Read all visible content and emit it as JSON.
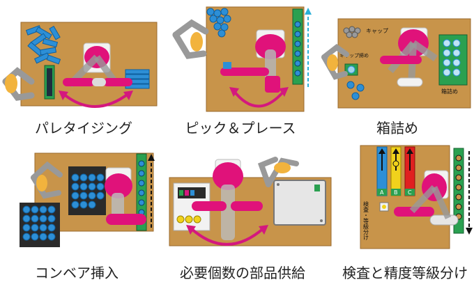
{
  "captions": {
    "palletizing": "パレタイジング",
    "pick_place": "ピック＆プレース",
    "boxing": "箱詰め",
    "conveyor_insert": "コンベア挿入",
    "parts_supply": "必要個数の部品供給",
    "inspection": "検査と精度等級分け"
  },
  "labels": {
    "cap": "キャップ",
    "cap_fasten": "キャップ締め",
    "boxing_tag": "箱詰め",
    "lane_a": "A",
    "lane_b": "B",
    "lane_c": "C",
    "inspect_grade": "検査・等級分け"
  },
  "colors": {
    "table": "#c8944a",
    "robot": "#e0127a",
    "arrow": "#d4187e",
    "part": "#2d8fd6",
    "conveyor": "#2aa050",
    "gripper": "#f2b33d"
  }
}
